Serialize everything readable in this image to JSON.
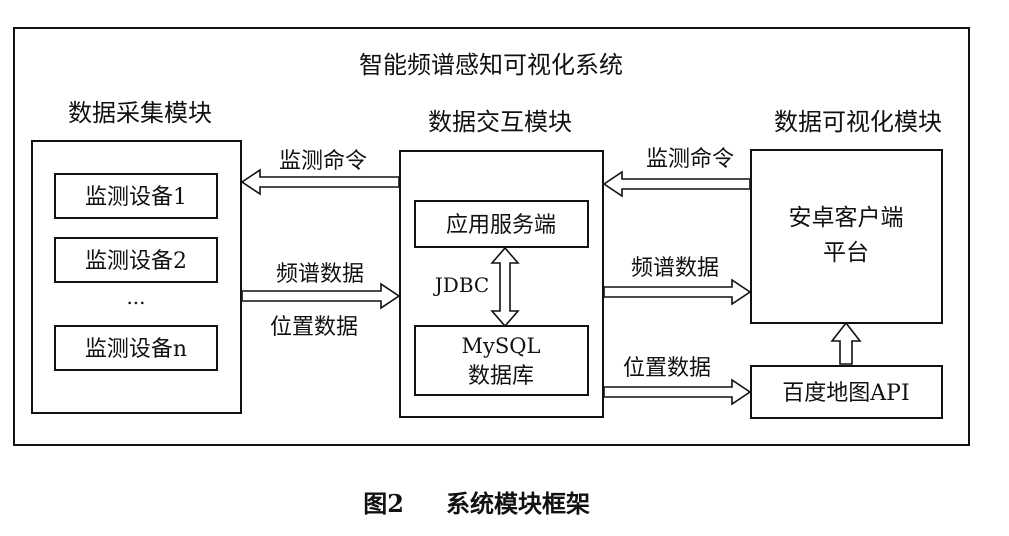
{
  "system_title": "智能频谱感知可视化系统",
  "modules": {
    "collection": {
      "title": "数据采集模块",
      "devices": [
        "监测设备1",
        "监测设备2",
        "...",
        "监测设备n"
      ]
    },
    "interaction": {
      "title": "数据交互模块",
      "server": "应用服务端",
      "jdbc": "JDBC",
      "database_line1": "MySQL",
      "database_line2": "数据库"
    },
    "visualization": {
      "title": "数据可视化模块",
      "android_line1": "安卓客户端",
      "android_line2": "平台",
      "baidu_map": "百度地图API"
    }
  },
  "arrows": {
    "left_command": "监测命令",
    "left_spectrum": "频谱数据",
    "left_position": "位置数据",
    "right_command": "监测命令",
    "right_spectrum": "频谱数据",
    "right_position": "位置数据"
  },
  "caption": {
    "figure_number": "图2",
    "title": "系统模块框架"
  }
}
